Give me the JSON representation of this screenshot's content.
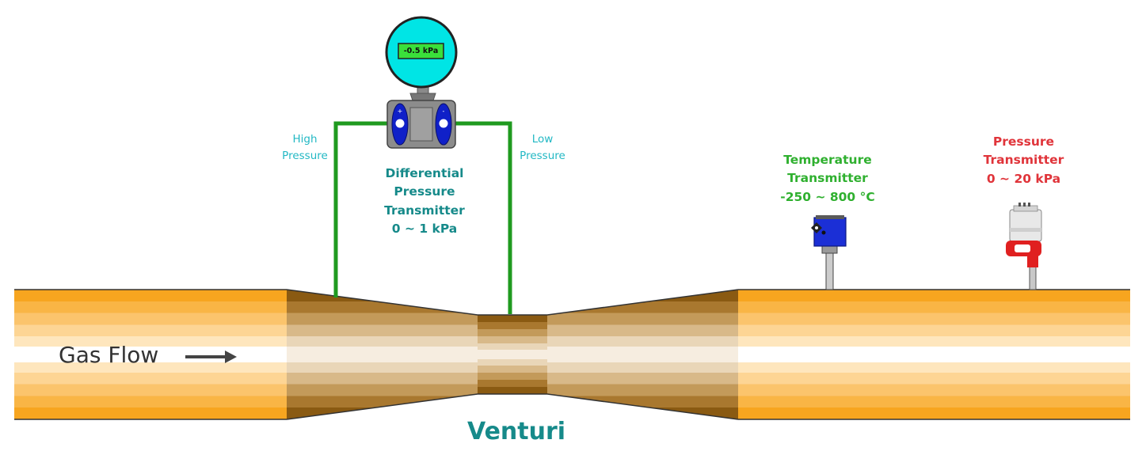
{
  "title": "",
  "gauge": {
    "reading": "-0.5 kPa"
  },
  "labels": {
    "high_pressure": [
      "High",
      "Pressure"
    ],
    "low_pressure": [
      "Low",
      "Pressure"
    ],
    "differential": [
      "Differential",
      "Pressure",
      "Transmitter",
      "0 ~ 1 kPa"
    ],
    "temperature": [
      "Temperature",
      "Transmitter",
      "-250 ~ 800 °C"
    ],
    "pressure": [
      "Pressure",
      "Transmitter",
      "0 ~ 20 kPa"
    ],
    "gas_flow": "Gas Flow",
    "venturi": "Venturi"
  },
  "colors": {
    "pipe_orange_bands": [
      "#f7a51f",
      "#f9b545",
      "#fbc46c",
      "#fdd594",
      "#fee6bd",
      "#fff7e8"
    ],
    "venturi_brown_bands": [
      "#8a5a12",
      "#a9782f",
      "#c39a5a",
      "#d8b989",
      "#e9d6b8",
      "#f6ede0"
    ],
    "tubing": "#1f9a1f",
    "gauge_face": "#00e5e5",
    "gauge_display": "#3ae03a",
    "dp_label": "#168a8a",
    "temp_label": "#2fb02f",
    "pressure_label": "#e0343a",
    "tap_label": "#22b8c4",
    "temp_transmitter_body": "#1b2fd6",
    "pressure_transmitter_accent": "#e02020"
  },
  "icons": [
    "pressure-gauge-icon",
    "differential-pressure-transmitter-icon",
    "temperature-transmitter-icon",
    "pressure-transmitter-icon",
    "flow-arrow-icon"
  ]
}
